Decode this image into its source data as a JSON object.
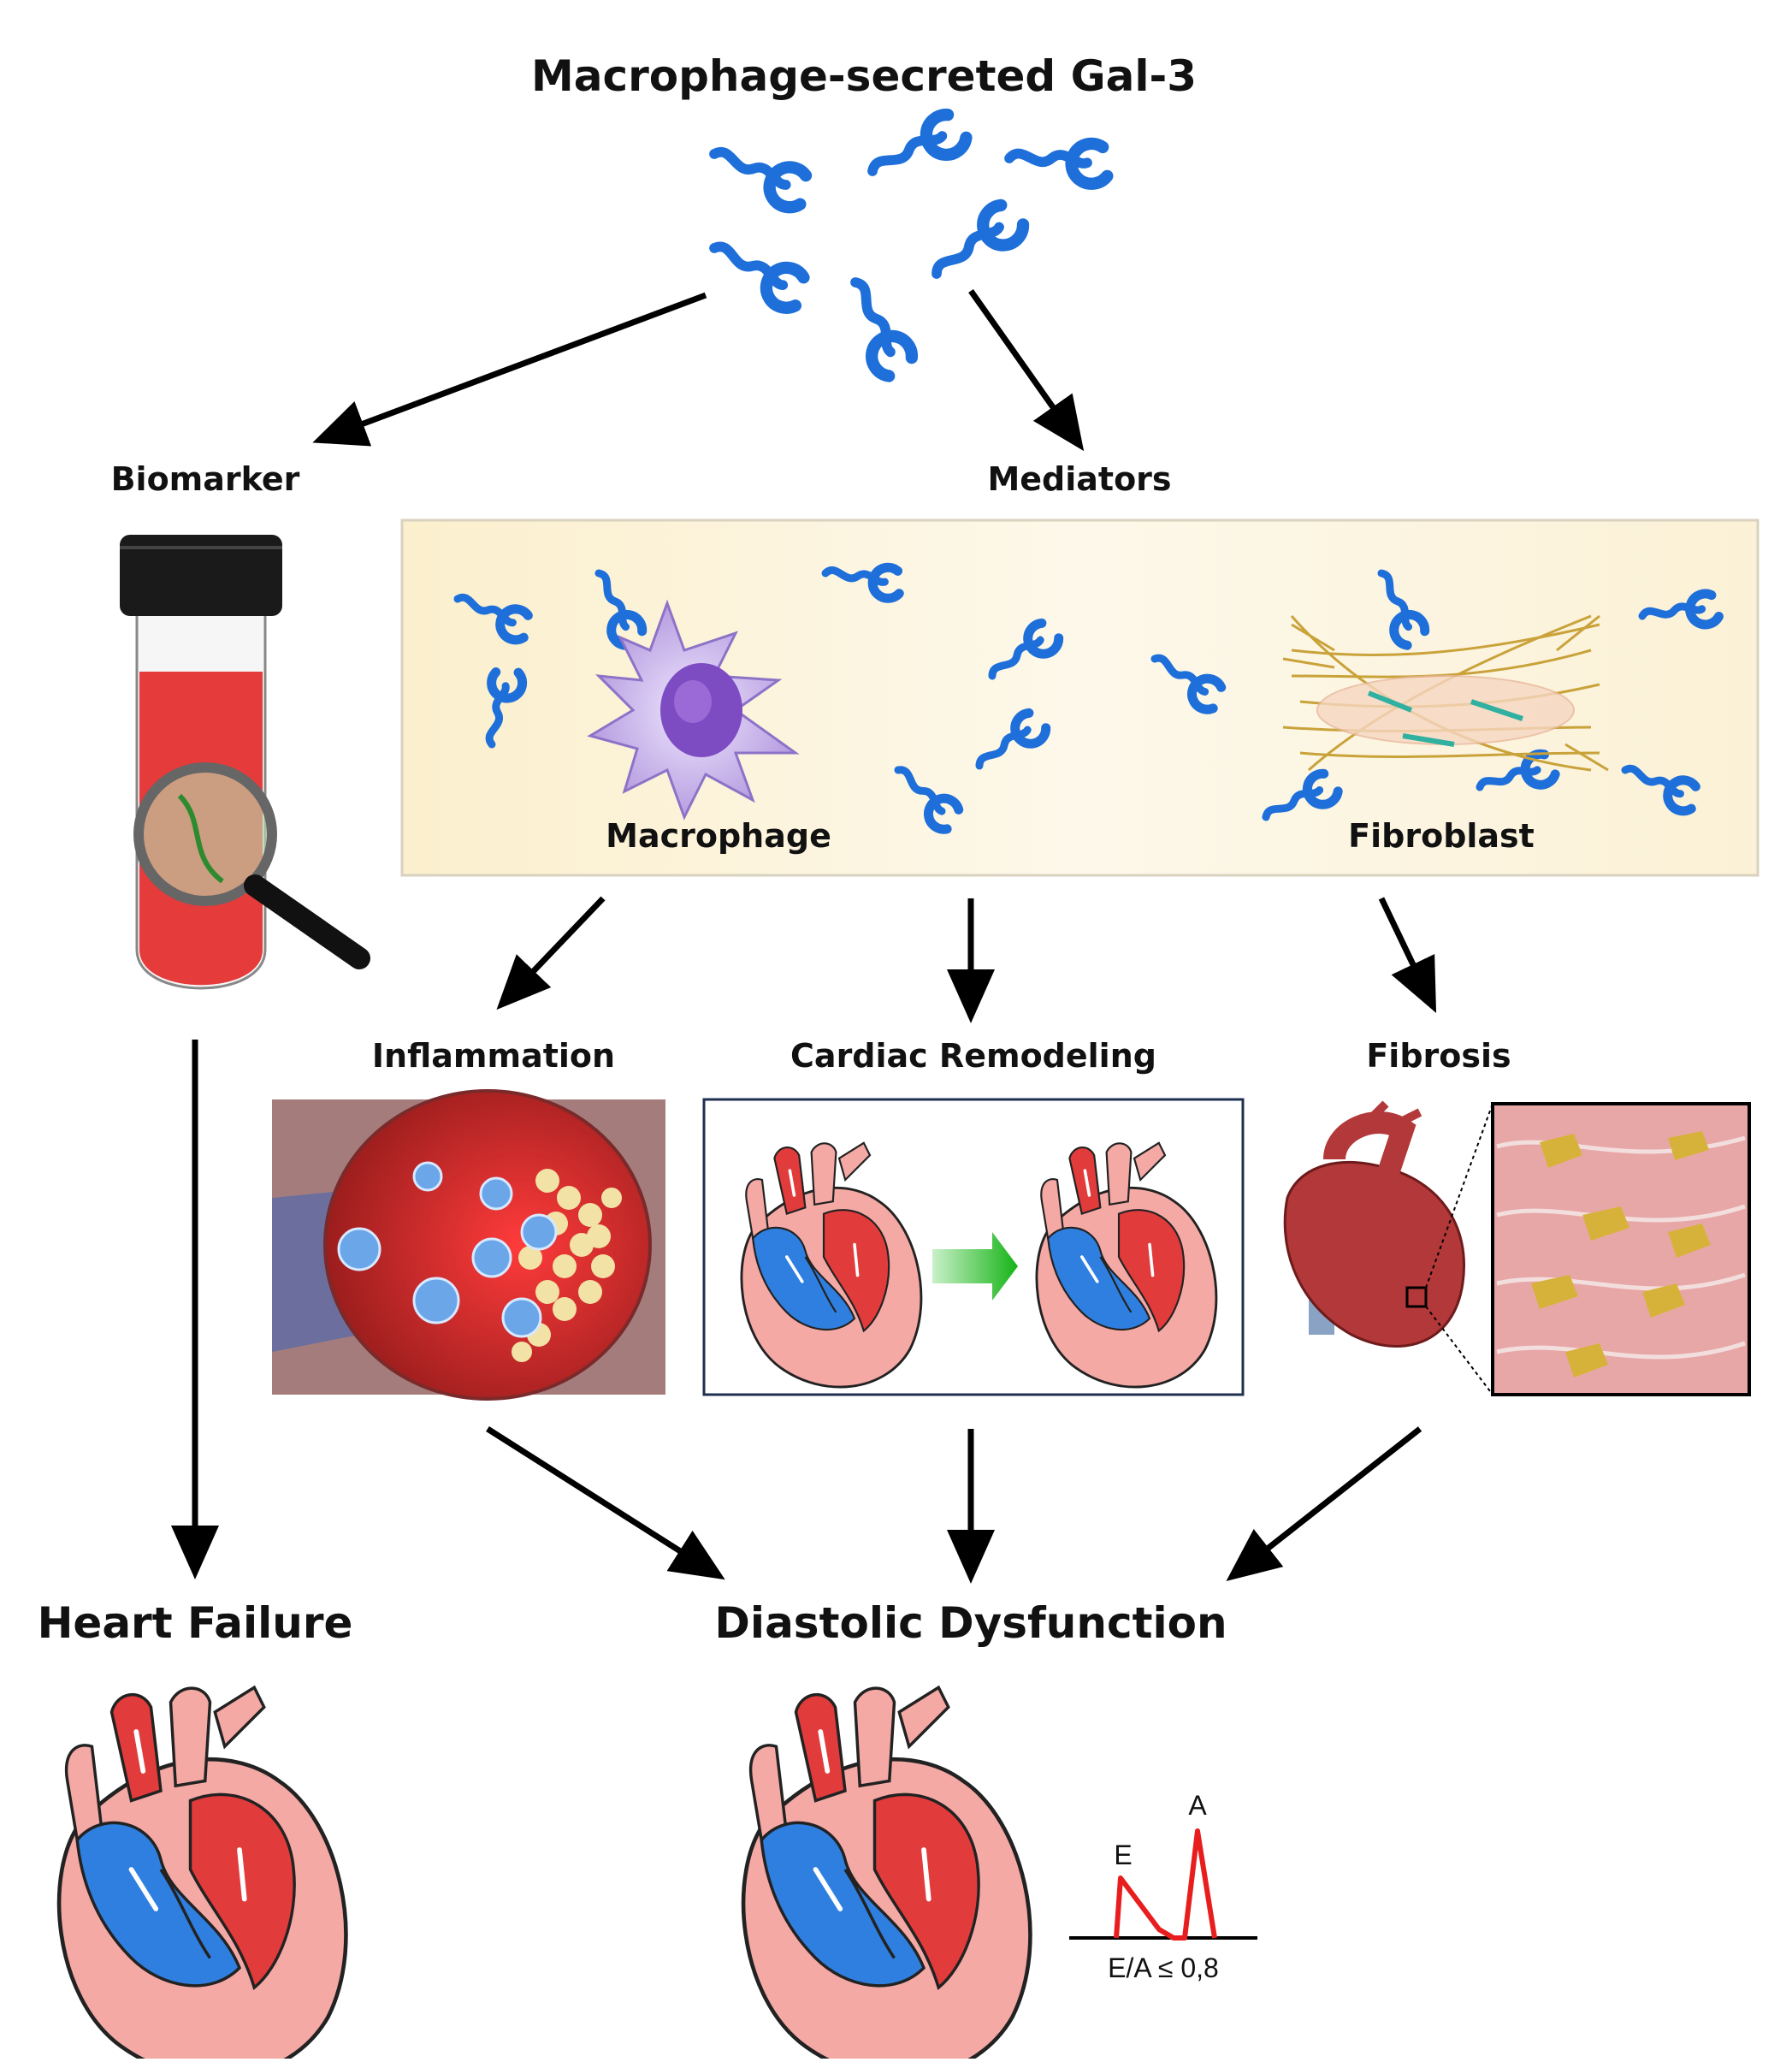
{
  "title": "Macrophage-secreted Gal-3",
  "branches": {
    "biomarker": "Biomarker",
    "mediators": "Mediators"
  },
  "cells": {
    "macrophage": "Macrophage",
    "fibroblast": "Fibroblast"
  },
  "effects": {
    "inflammation": "Inflammation",
    "remodeling": "Cardiac Remodeling",
    "fibrosis": "Fibrosis"
  },
  "outcomes": {
    "heart_failure": "Heart Failure",
    "diastolic": "Diastolic Dysfunction"
  },
  "doppler": {
    "e_label": "E",
    "a_label": "A",
    "ratio": "E/A ≤ 0,8"
  },
  "colors": {
    "gal3_blue": "#1e6fd9",
    "blood_red": "#e32b2b",
    "heart_pink": "#f2a3a0",
    "arrow_green": "#22b422",
    "mediator_panel": "#fbf1d4",
    "arrow_black": "#000000"
  },
  "icons": [
    "gal3-protein-icon",
    "test-tube-icon",
    "magnifier-icon",
    "macrophage-icon",
    "fibroblast-icon",
    "heart-icon",
    "vessel-icon"
  ]
}
